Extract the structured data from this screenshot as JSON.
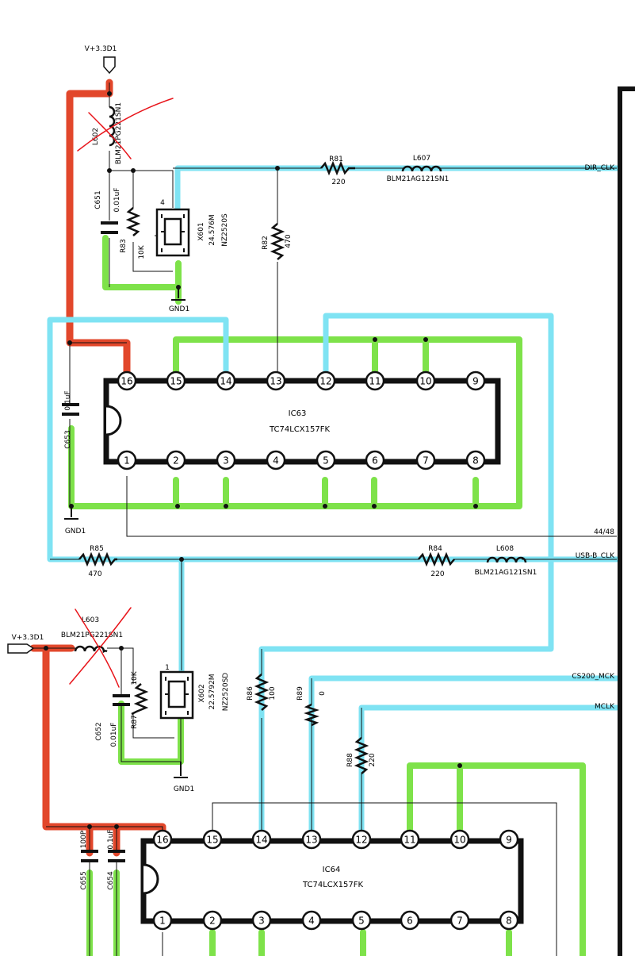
{
  "colors": {
    "wire": "#111111",
    "power_highlight": "#e2472b",
    "ground_highlight": "#7ee24a",
    "signal_highlight": "#7fe3f3",
    "markup": "#e8151b"
  },
  "power": {
    "top_rail": "V+3.3D1",
    "left_rail": "V+3.3D1"
  },
  "ground": {
    "gnd_top": "GND1",
    "gnd_mid": "GND1",
    "gnd_x602": "GND1"
  },
  "components": {
    "L602": {
      "ref": "L602",
      "value": "BLM21PG221SN1"
    },
    "C651": {
      "ref": "C651",
      "value": "0.01uF"
    },
    "R83": {
      "ref": "R83",
      "value": "10K"
    },
    "X601": {
      "ref": "X601",
      "freq": "24.576M",
      "part": "NZ2520S"
    },
    "R81": {
      "ref": "R81",
      "value": "220"
    },
    "L607": {
      "ref": "L607",
      "value": "BLM21AG121SN1"
    },
    "R82": {
      "ref": "R82",
      "value": "470"
    },
    "C653": {
      "ref": "C653",
      "value": "0.1uF"
    },
    "R85": {
      "ref": "R85",
      "value": "470"
    },
    "R84": {
      "ref": "R84",
      "value": "220"
    },
    "L608": {
      "ref": "L608",
      "value": "BLM21AG121SN1"
    },
    "L603": {
      "ref": "L603",
      "value": "BLM21PG221SN1"
    },
    "C652": {
      "ref": "C652",
      "value": "0.01uF"
    },
    "R87": {
      "ref": "R87",
      "value": "10K"
    },
    "X602": {
      "ref": "X602",
      "freq": "22.5792M",
      "part": "NZ2520SD"
    },
    "R86": {
      "ref": "R86",
      "value": "100"
    },
    "R89": {
      "ref": "R89",
      "value": "0"
    },
    "R88": {
      "ref": "R88",
      "value": "220"
    },
    "C655": {
      "ref": "C655",
      "value": "100P"
    },
    "C654": {
      "ref": "C654",
      "value": "0.1uF"
    }
  },
  "ics": {
    "IC63": {
      "ref": "IC63",
      "part": "TC74LCX157FK",
      "top_pins": [
        "16",
        "15",
        "14",
        "13",
        "12",
        "11",
        "10",
        "9"
      ],
      "bottom_pins": [
        "1",
        "2",
        "3",
        "4",
        "5",
        "6",
        "7",
        "8"
      ]
    },
    "IC64": {
      "ref": "IC64",
      "part": "TC74LCX157FK",
      "top_pins": [
        "16",
        "15",
        "14",
        "13",
        "12",
        "11",
        "10",
        "9"
      ],
      "bottom_pins": [
        "1",
        "2",
        "3",
        "4",
        "5",
        "6",
        "7",
        "8"
      ]
    }
  },
  "nets": {
    "dir_clk": "DIR_CLK",
    "net_44_48": "44/48",
    "usb_b_clk": "USB-B_CLK",
    "cs200_mck": "CS200_MCK",
    "mclk": "MCLK"
  },
  "crystal_pins": {
    "x601_top": "4",
    "x602_top": "1"
  }
}
